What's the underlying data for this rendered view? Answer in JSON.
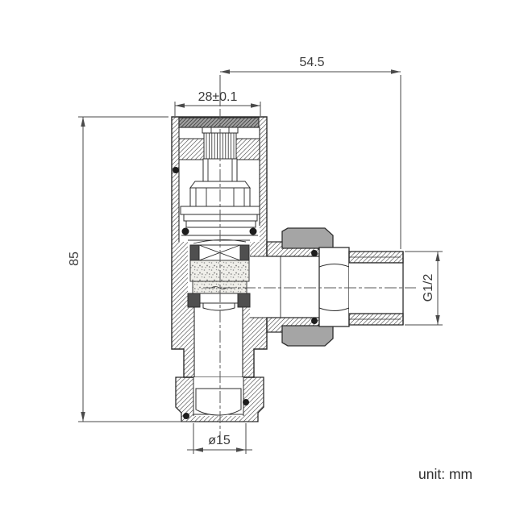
{
  "page": {
    "unit_note": "unit: mm"
  },
  "dimensions": {
    "offset_width": "54.5",
    "body_width": "28±0.1",
    "overall_height": "85",
    "outlet_thread": "G1/2",
    "inlet_diameter": "ø15"
  },
  "colors": {
    "outline": "#2e2e2e",
    "dimension_line": "#4a4a4a",
    "text": "#3a3a3a",
    "union_nut_fill": "#a5a5a5",
    "cap_fill": "#a0a0a0",
    "seal_fill": "#4f4f4f",
    "background": "#ffffff"
  }
}
